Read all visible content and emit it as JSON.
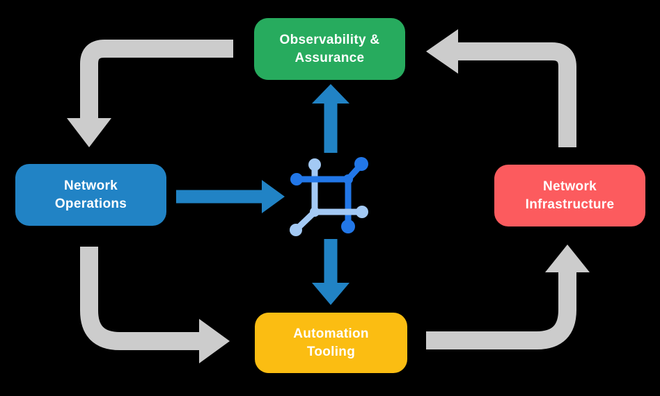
{
  "colors": {
    "background": "#000000",
    "node-green": "#27AB5E",
    "node-blue": "#2183C5",
    "node-red": "#FC5B5E",
    "node-yellow": "#FBBD12",
    "arrow-gray": "#CCCCCC",
    "arrow-blue": "#2183C5",
    "icon-dark": "#2277E8",
    "icon-light": "#A3C9F4",
    "label-text": "#FFFFFF"
  },
  "nodes": {
    "observability": {
      "label": "Observability &\nAssurance"
    },
    "operations": {
      "label": "Network\nOperations"
    },
    "infrastructure": {
      "label": "Network\nInfrastructure"
    },
    "tooling": {
      "label": "Automation\nTooling"
    }
  },
  "icons": {
    "center": "network-nodes-icon"
  },
  "edges": [
    {
      "from": "observability",
      "to": "operations",
      "style": "gray-curved-arrow"
    },
    {
      "from": "operations",
      "to": "tooling",
      "style": "gray-curved-arrow"
    },
    {
      "from": "tooling",
      "to": "infrastructure",
      "style": "gray-curved-arrow"
    },
    {
      "from": "infrastructure",
      "to": "observability",
      "style": "gray-curved-arrow"
    },
    {
      "from": "operations",
      "to": "center-icon",
      "style": "blue-straight-arrow"
    },
    {
      "from": "center-icon",
      "to": "observability",
      "style": "blue-straight-arrow"
    },
    {
      "from": "center-icon",
      "to": "tooling",
      "style": "blue-straight-arrow"
    }
  ]
}
